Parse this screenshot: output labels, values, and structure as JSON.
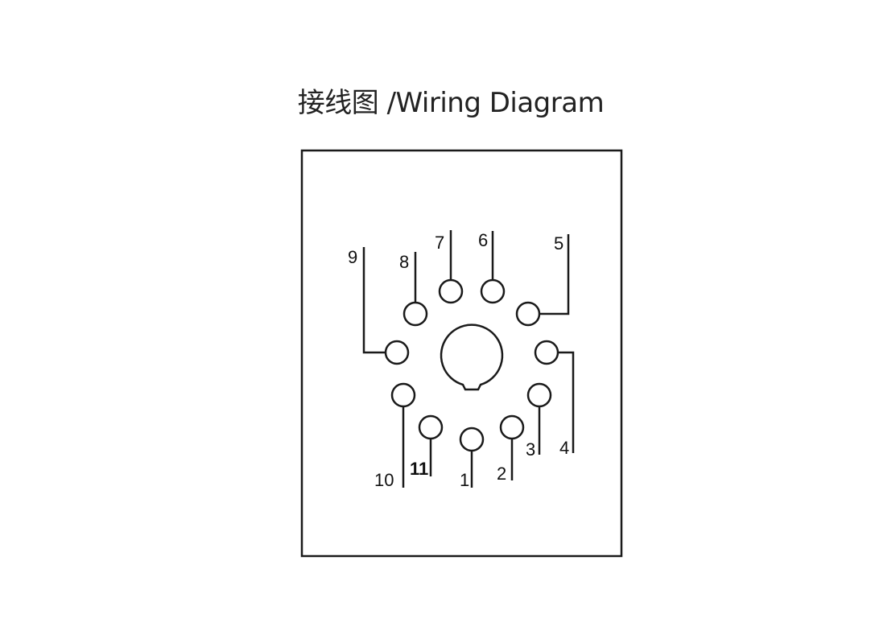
{
  "title": "接线图 /Wiring Diagram",
  "colors": {
    "line": "#1a1a1a",
    "background": "#ffffff"
  },
  "pins": [
    {
      "id": 1,
      "label": "1"
    },
    {
      "id": 2,
      "label": "2"
    },
    {
      "id": 3,
      "label": "3"
    },
    {
      "id": 4,
      "label": "4"
    },
    {
      "id": 5,
      "label": "5"
    },
    {
      "id": 6,
      "label": "6"
    },
    {
      "id": 7,
      "label": "7"
    },
    {
      "id": 8,
      "label": "8"
    },
    {
      "id": 9,
      "label": "9"
    },
    {
      "id": 10,
      "label": "10"
    },
    {
      "id": 11,
      "label": "11"
    }
  ]
}
